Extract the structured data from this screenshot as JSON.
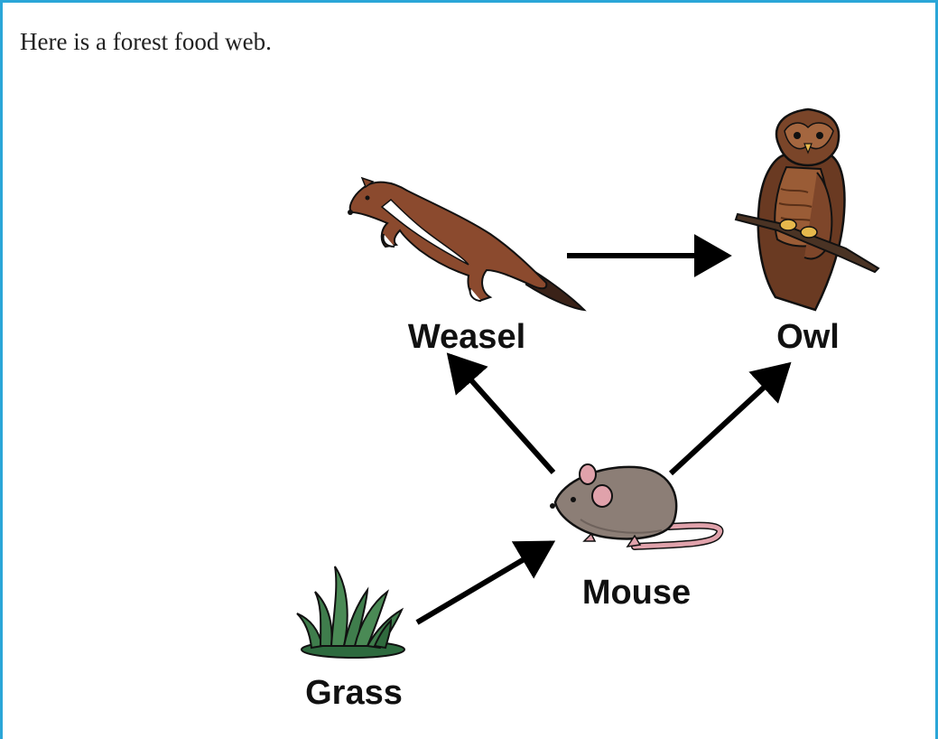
{
  "intro_text": "Here is a forest food web.",
  "colors": {
    "frame_border": "#2aa6d8",
    "arrow": "#000000",
    "label": "#111111"
  },
  "food_web": {
    "organisms": [
      {
        "id": "grass",
        "label": "Grass",
        "icon": "grass-icon"
      },
      {
        "id": "mouse",
        "label": "Mouse",
        "icon": "mouse-icon"
      },
      {
        "id": "weasel",
        "label": "Weasel",
        "icon": "weasel-icon"
      },
      {
        "id": "owl",
        "label": "Owl",
        "icon": "owl-icon"
      }
    ],
    "links": [
      {
        "from": "grass",
        "to": "mouse"
      },
      {
        "from": "mouse",
        "to": "weasel"
      },
      {
        "from": "mouse",
        "to": "owl"
      },
      {
        "from": "weasel",
        "to": "owl"
      }
    ]
  }
}
